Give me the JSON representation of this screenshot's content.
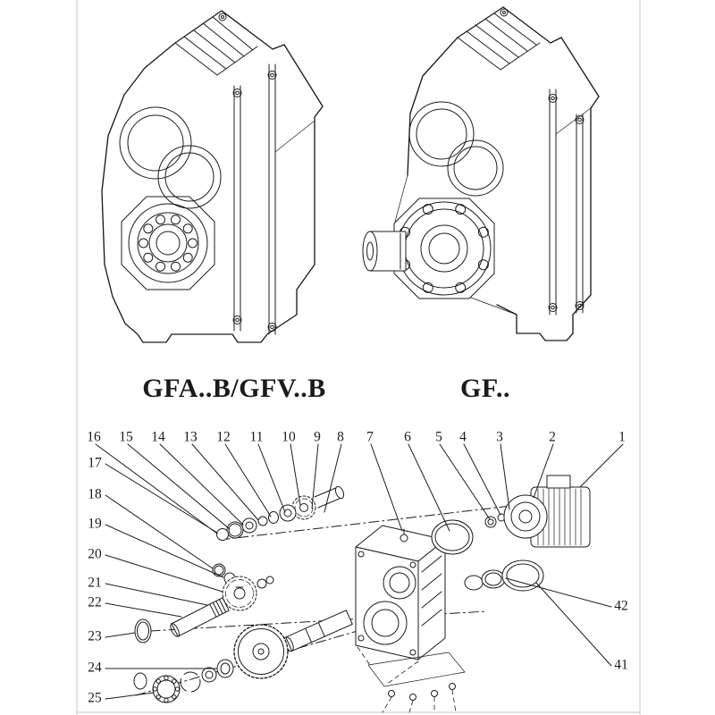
{
  "captions": {
    "left": "GFA..B/GFV..B",
    "right": "GF.."
  },
  "exploded": {
    "top": [
      "16",
      "15",
      "14",
      "13",
      "12",
      "11",
      "10",
      "9",
      "8",
      "7",
      "6",
      "5",
      "4",
      "3",
      "2",
      "1"
    ],
    "left": [
      "17",
      "18",
      "19",
      "20",
      "21",
      "22",
      "23",
      "24",
      "25"
    ],
    "right": [
      "42",
      "41"
    ]
  },
  "colors": {
    "line": "#1c1c1c",
    "page_edge": "#d9d9d9",
    "background": "#ffffff"
  }
}
